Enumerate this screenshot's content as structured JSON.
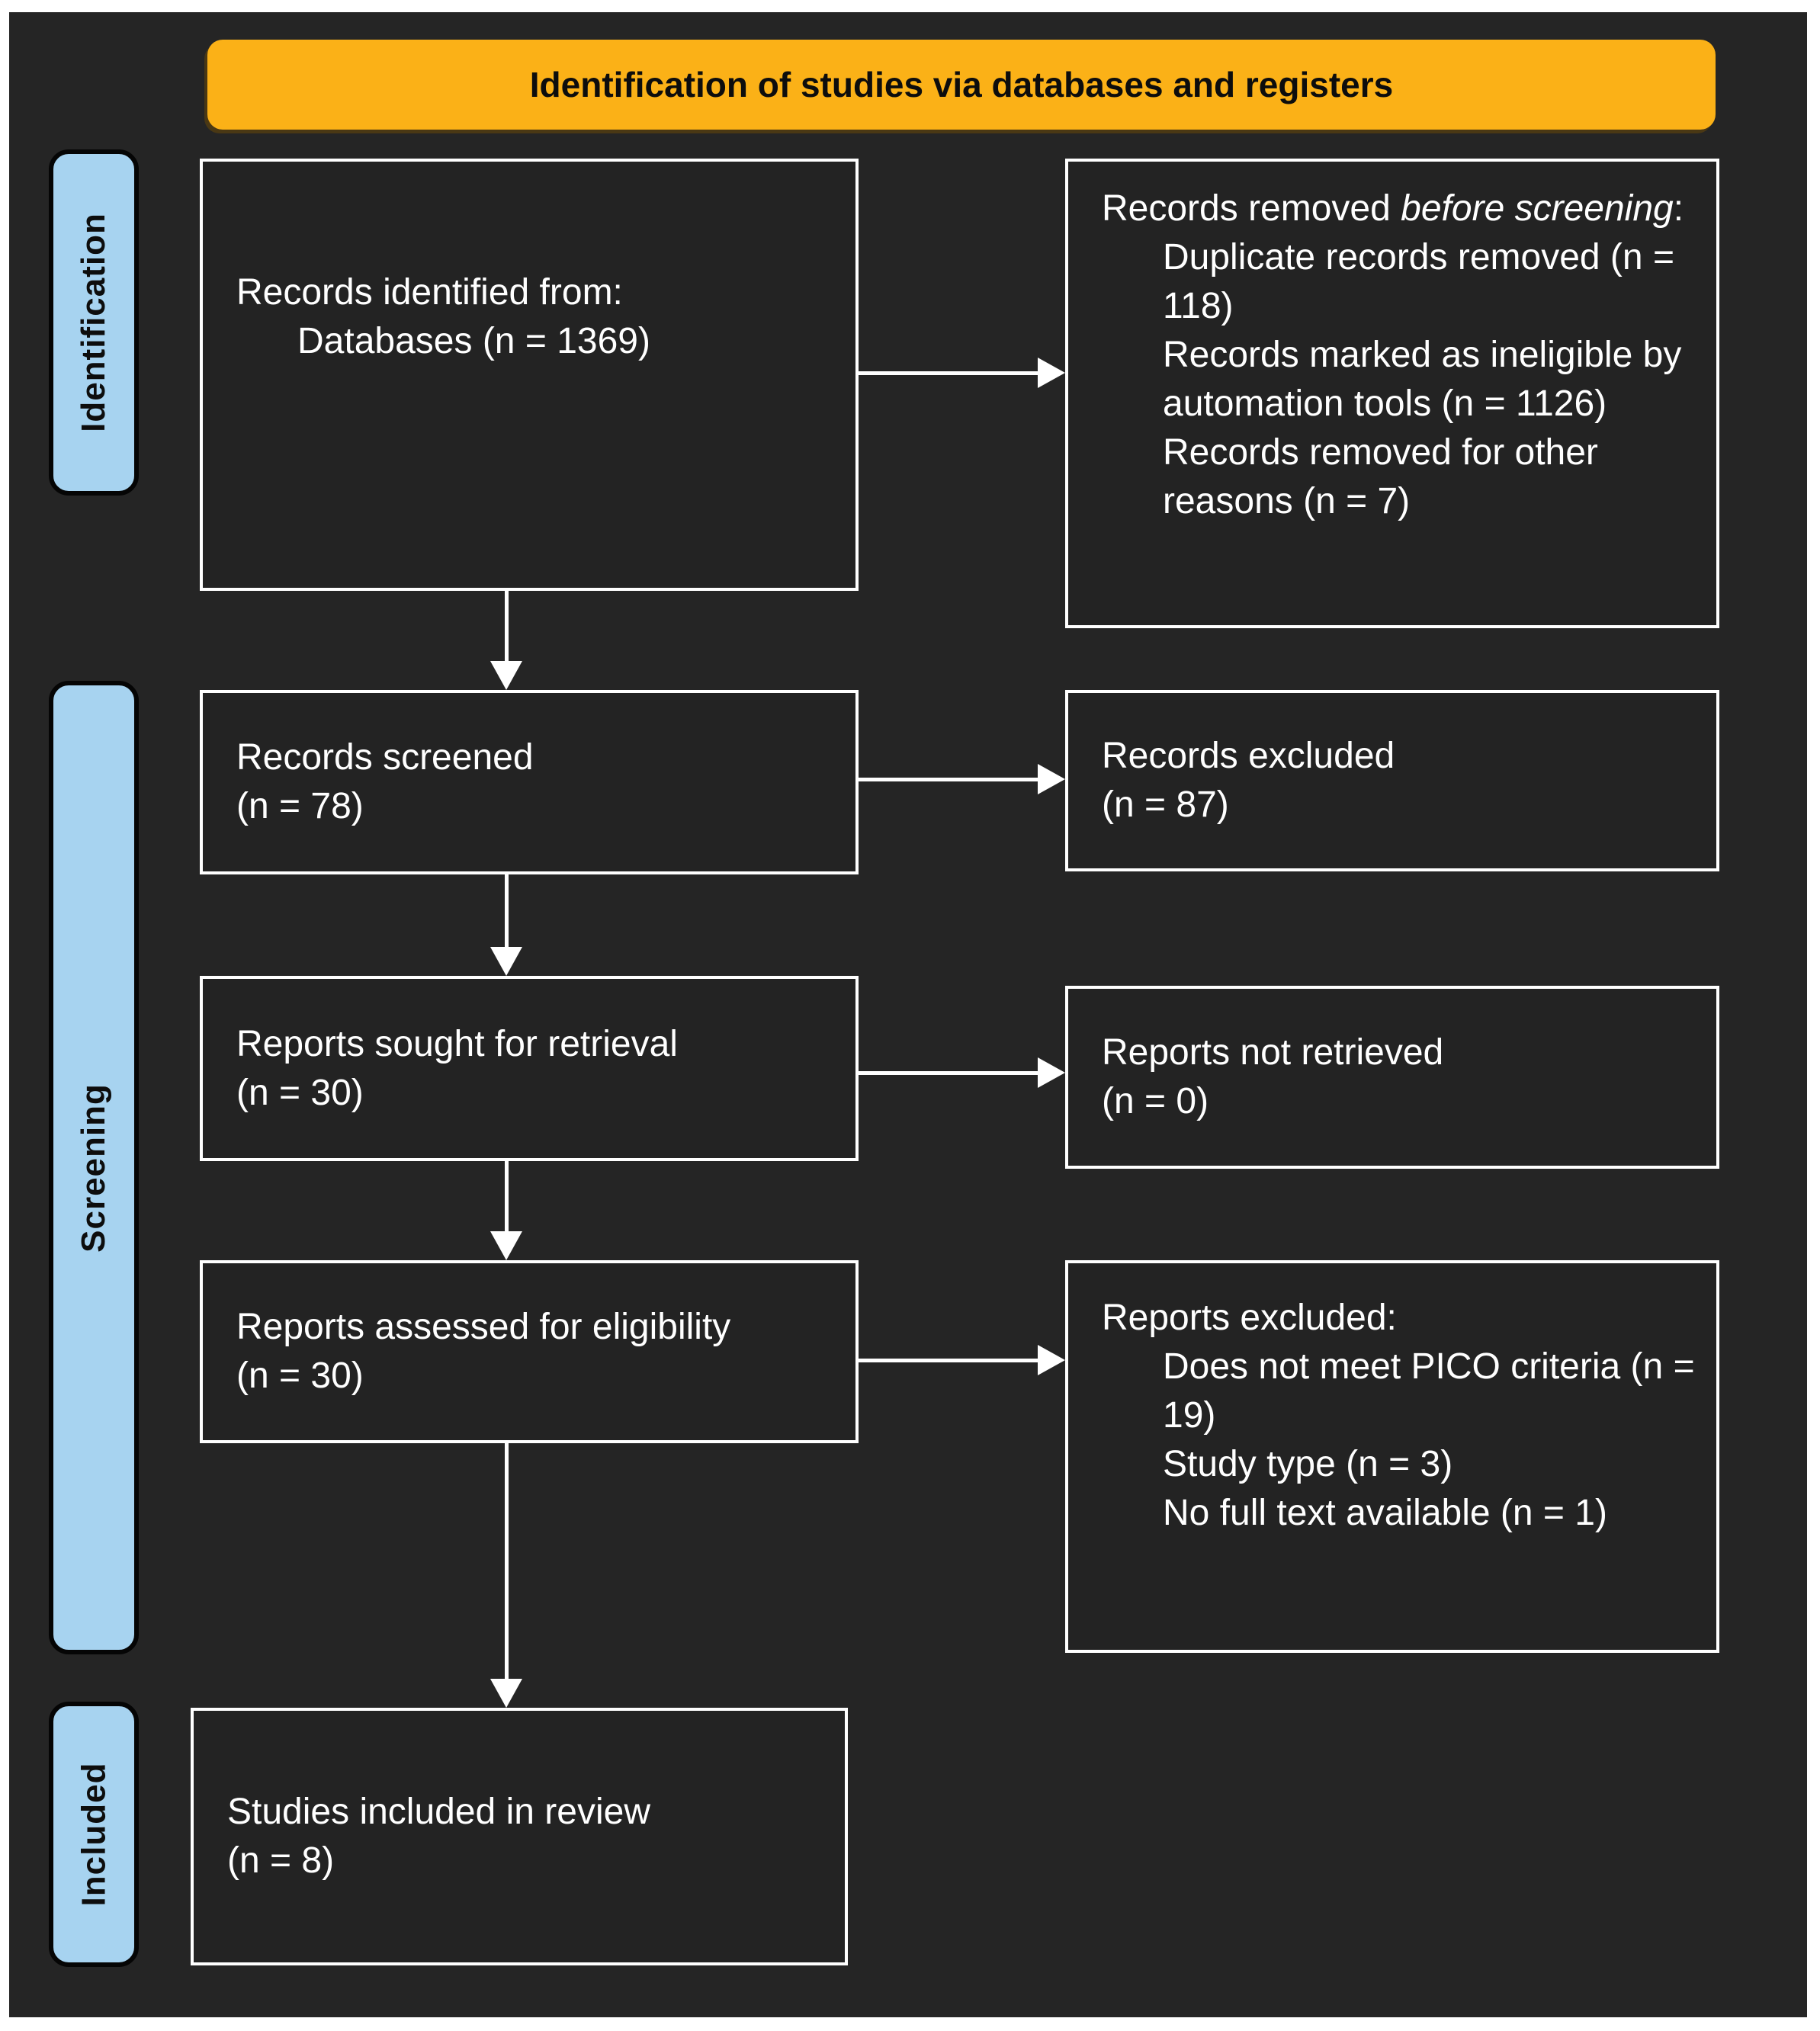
{
  "banner": {
    "title": "Identification of studies via databases and registers"
  },
  "stages": {
    "identification": "Identification",
    "screening": "Screening",
    "included": "Included"
  },
  "boxes": {
    "identified": {
      "line1": "Records identified from:",
      "line2": "Databases (n = 1369)"
    },
    "removed": {
      "title_prefix": "Records removed ",
      "title_italic": "before screening",
      "title_suffix": ":",
      "items": [
        "Duplicate records removed (n = 118)",
        "Records marked as ineligible by automation tools (n = 1126)",
        "Records removed for other reasons (n = 7)"
      ]
    },
    "screened": {
      "line1": "Records screened",
      "line2": "(n = 78)"
    },
    "records_excluded": {
      "line1": "Records excluded",
      "line2": "(n = 87)"
    },
    "sought": {
      "line1": "Reports sought for retrieval",
      "line2": "(n = 30)"
    },
    "not_retrieved": {
      "line1": "Reports not retrieved",
      "line2": "(n = 0)"
    },
    "assessed": {
      "line1": "Reports assessed for eligibility",
      "line2": "(n = 30)"
    },
    "reports_excluded": {
      "title": "Reports excluded:",
      "items": [
        "Does not meet PICO criteria (n = 19)",
        "Study type (n = 3)",
        "No full text available (n = 1)"
      ]
    },
    "included_box": {
      "line1": "Studies included in review",
      "line2": "(n = 8)"
    }
  },
  "colors": {
    "banner_bg": "#fbb117",
    "stage_bg": "#a7d3f0",
    "bg_panel": "#252525",
    "box_bg": "#232323",
    "box_border": "#ffffff",
    "arrow": "#ffffff",
    "text_light": "#ffffff",
    "text_dark": "#0d0d0d"
  }
}
